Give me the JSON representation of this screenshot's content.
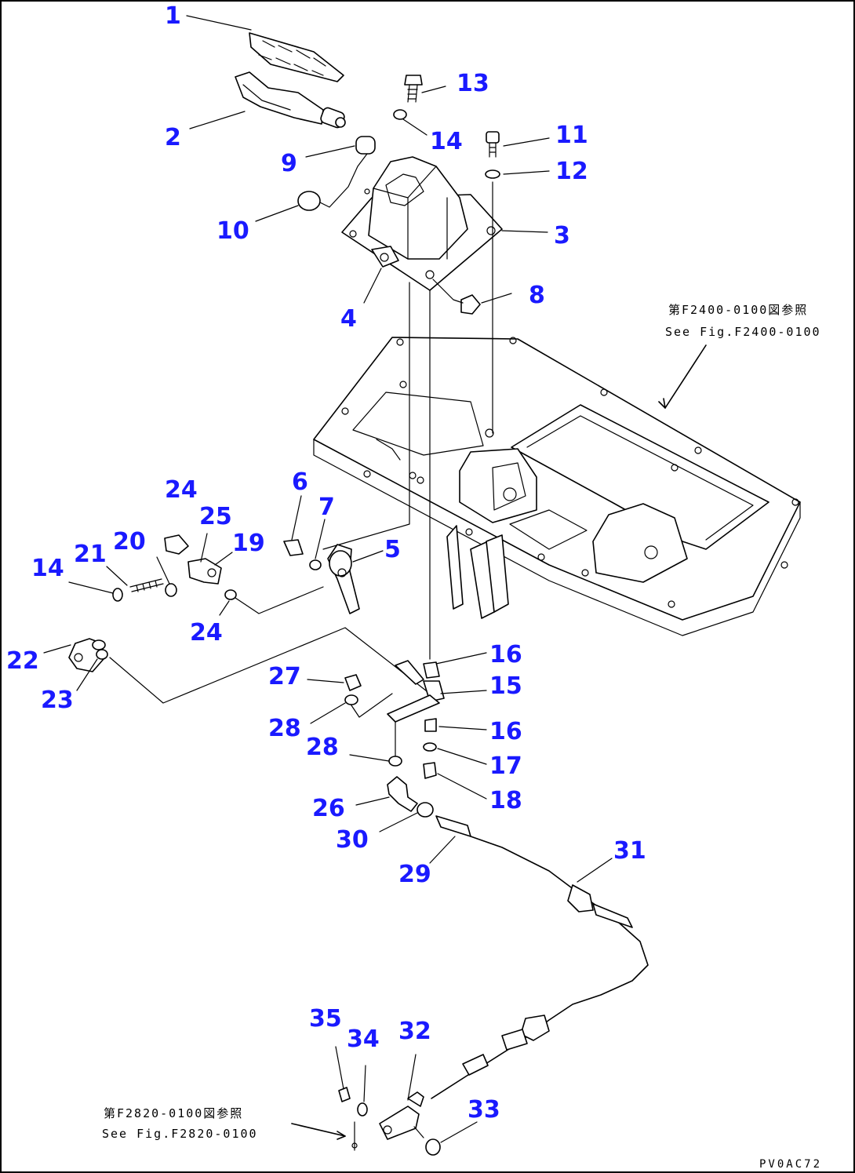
{
  "diagram": {
    "callouts": [
      {
        "id": "c1",
        "text": "1"
      },
      {
        "id": "c2",
        "text": "2"
      },
      {
        "id": "c13",
        "text": "13"
      },
      {
        "id": "c14a",
        "text": "14"
      },
      {
        "id": "c11",
        "text": "11"
      },
      {
        "id": "c12",
        "text": "12"
      },
      {
        "id": "c9",
        "text": "9"
      },
      {
        "id": "c10",
        "text": "10"
      },
      {
        "id": "c3",
        "text": "3"
      },
      {
        "id": "c8",
        "text": "8"
      },
      {
        "id": "c4",
        "text": "4"
      },
      {
        "id": "c6",
        "text": "6"
      },
      {
        "id": "c7",
        "text": "7"
      },
      {
        "id": "c5",
        "text": "5"
      },
      {
        "id": "c24a",
        "text": "24"
      },
      {
        "id": "c25",
        "text": "25"
      },
      {
        "id": "c20",
        "text": "20"
      },
      {
        "id": "c19",
        "text": "19"
      },
      {
        "id": "c21",
        "text": "21"
      },
      {
        "id": "c14b",
        "text": "14"
      },
      {
        "id": "c24b",
        "text": "24"
      },
      {
        "id": "c22",
        "text": "22"
      },
      {
        "id": "c23",
        "text": "23"
      },
      {
        "id": "c16a",
        "text": "16"
      },
      {
        "id": "c15",
        "text": "15"
      },
      {
        "id": "c27",
        "text": "27"
      },
      {
        "id": "c28a",
        "text": "28"
      },
      {
        "id": "c16b",
        "text": "16"
      },
      {
        "id": "c28b",
        "text": "28"
      },
      {
        "id": "c17",
        "text": "17"
      },
      {
        "id": "c18",
        "text": "18"
      },
      {
        "id": "c26",
        "text": "26"
      },
      {
        "id": "c30",
        "text": "30"
      },
      {
        "id": "c31",
        "text": "31"
      },
      {
        "id": "c29",
        "text": "29"
      },
      {
        "id": "c35",
        "text": "35"
      },
      {
        "id": "c34",
        "text": "34"
      },
      {
        "id": "c32",
        "text": "32"
      },
      {
        "id": "c33",
        "text": "33"
      }
    ],
    "ref_top": {
      "line1": "第F2400-0100図参照",
      "line2": "See Fig.F2400-0100"
    },
    "ref_bottom": {
      "line1": "第F2820-0100図参照",
      "line2": "See Fig.F2820-0100"
    },
    "drawing_code": "PV0AC72"
  }
}
